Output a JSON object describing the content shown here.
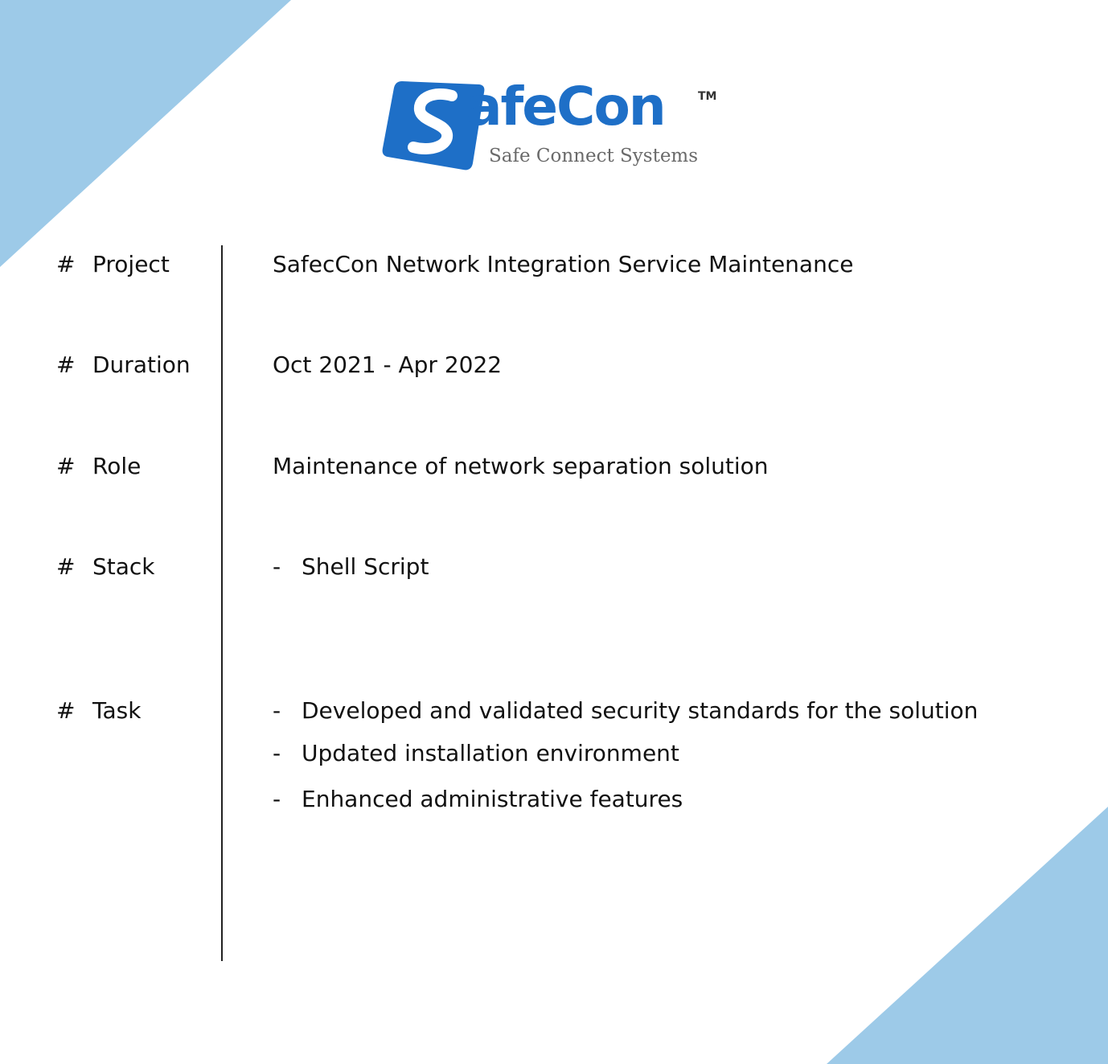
{
  "colors": {
    "accent_triangle": "#9dcae8",
    "logo_blue": "#1e6fc7",
    "logo_grey": "#6a6a6a",
    "text": "#111111"
  },
  "logo": {
    "wordmark": "afeCon",
    "trademark": "TM",
    "tagline": "Safe Connect Systems"
  },
  "rows": {
    "project": {
      "marker": "#",
      "label": "Project",
      "value": "SafecCon Network Integration Service Maintenance"
    },
    "duration": {
      "marker": "#",
      "label": "Duration",
      "value": "Oct 2021 - Apr 2022"
    },
    "role": {
      "marker": "#",
      "label": "Role",
      "value": "Maintenance of network separation solution"
    },
    "stack": {
      "marker": "#",
      "label": "Stack",
      "bullet": "-",
      "items": [
        "Shell Script"
      ]
    },
    "task": {
      "marker": "#",
      "label": "Task",
      "bullet": "-",
      "items": [
        "Developed and validated security standards for the solution",
        "Updated installation environment",
        "Enhanced administrative features"
      ]
    }
  }
}
